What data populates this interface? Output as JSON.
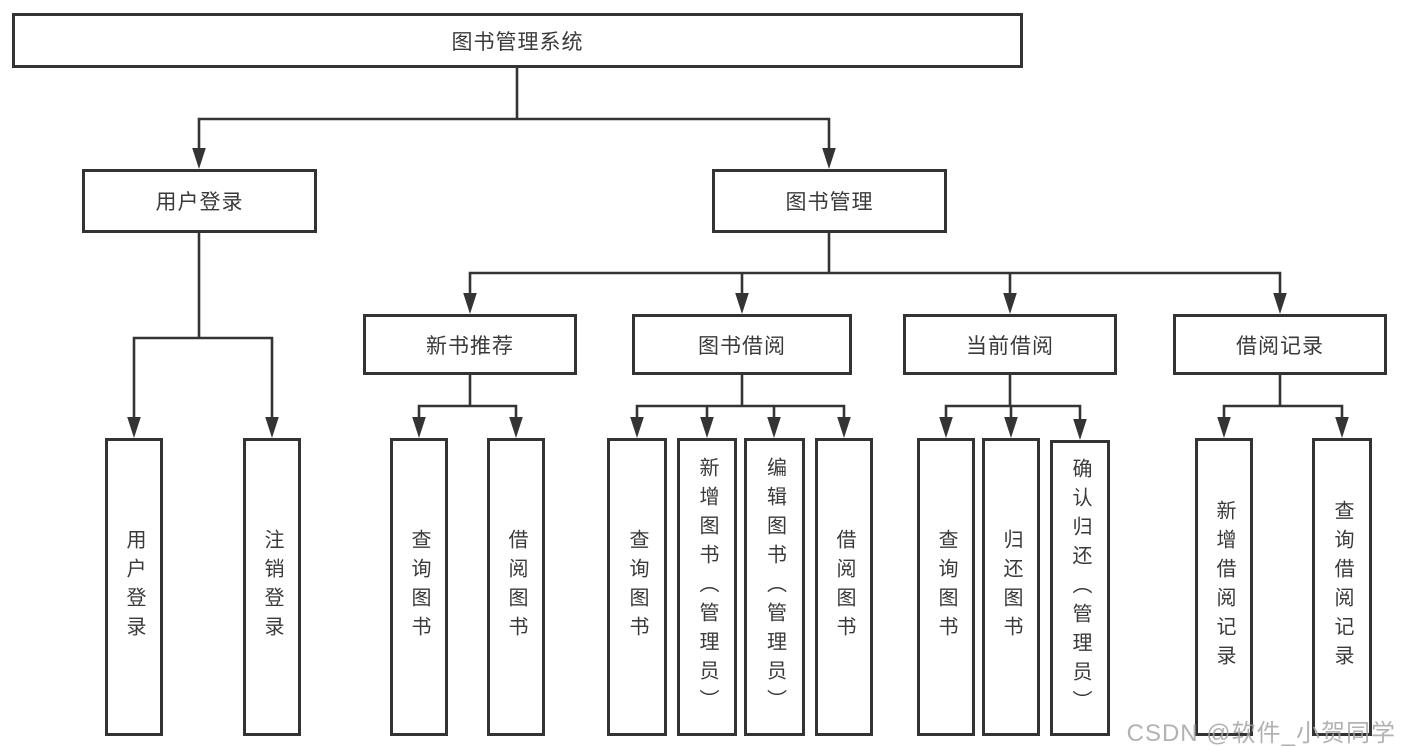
{
  "diagram": {
    "root": "图书管理系统",
    "login": {
      "label": "用户登录",
      "children": [
        "用户登录",
        "注销登录"
      ]
    },
    "mgmt": {
      "label": "图书管理",
      "sections": [
        {
          "label": "新书推荐",
          "children": [
            "查询图书",
            "借阅图书"
          ]
        },
        {
          "label": "图书借阅",
          "children": [
            "查询图书",
            "新增图书（管理员）",
            "编辑图书（管理员）",
            "借阅图书"
          ]
        },
        {
          "label": "当前借阅",
          "children": [
            "查询图书",
            "归还图书",
            "确认归还（管理员）"
          ]
        },
        {
          "label": "借阅记录",
          "children": [
            "新增借阅记录",
            "查询借阅记录"
          ]
        }
      ]
    }
  },
  "watermark": "CSDN @软件_小贺同学",
  "colors": {
    "line": "#343434",
    "border": "#333333",
    "text": "#3a3a3a",
    "watermark": "#a5a5a5"
  }
}
